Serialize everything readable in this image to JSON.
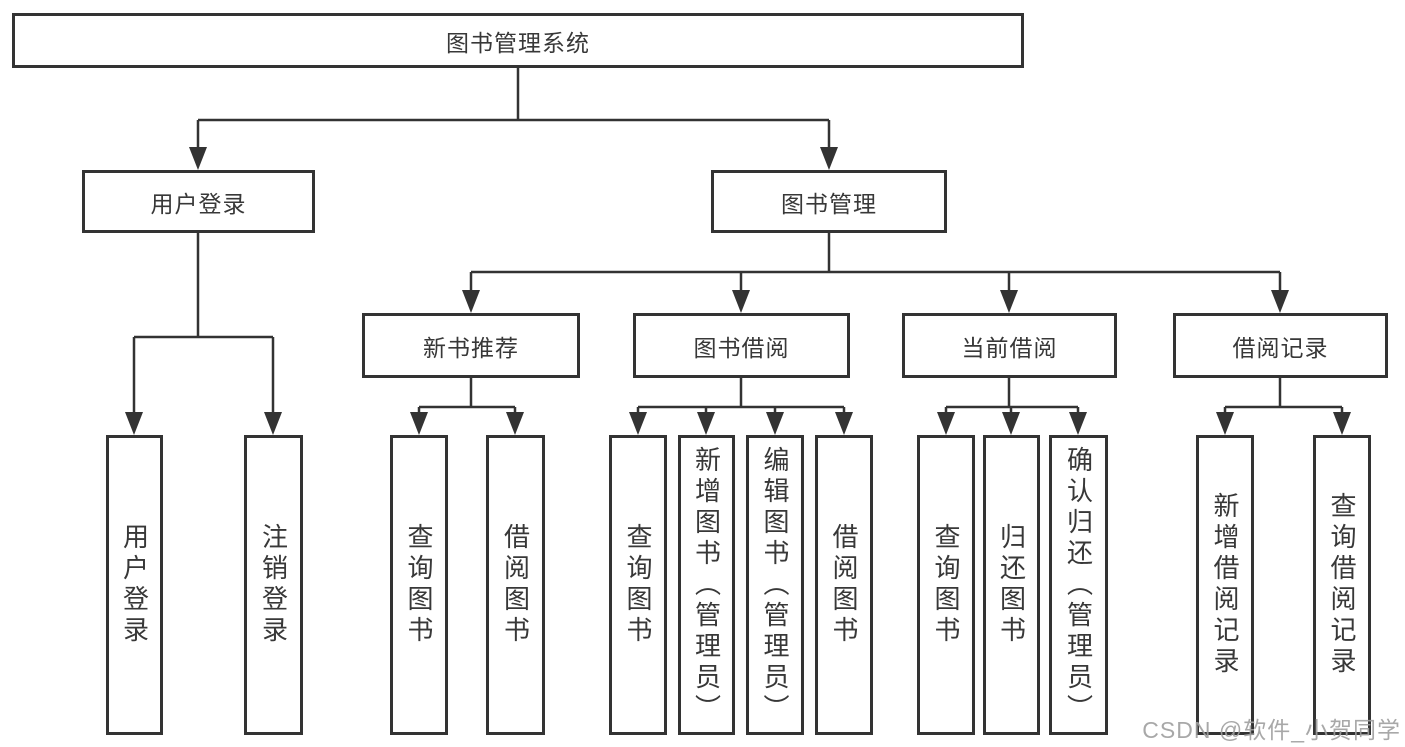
{
  "nodes": {
    "librarySystem": "图书管理系统",
    "userLogin": "用户登录",
    "bookManagement": "图书管理",
    "newBookRecommend": "新书推荐",
    "bookBorrowing": "图书借阅",
    "currentBorrowing": "当前借阅",
    "borrowingRecords": "借阅记录",
    "leafUserLogin": "用户登录",
    "leafLogout": "注销登录",
    "leafQueryBooksRecommend": "查询图书",
    "leafBorrowBooksRecommend": "借阅图书",
    "leafQueryBooksBorrowing": "查询图书",
    "leafAddBookAdmin": "新增图书（管理员）",
    "leafEditBookAdmin": "编辑图书（管理员）",
    "leafBorrowBooks": "借阅图书",
    "leafQueryBooksCurrent": "查询图书",
    "leafReturnBooks": "归还图书",
    "leafConfirmReturnAdmin": "确认归还（管理员）",
    "leafAddBorrowRecord": "新增借阅记录",
    "leafQueryBorrowRecord": "查询借阅记录"
  },
  "watermark": {
    "text": "CSDN @软件_小贺同学"
  },
  "colors": {
    "line": "#333333",
    "text": "#383838",
    "background": "#ffffff",
    "watermark": "#9e9e9e"
  }
}
